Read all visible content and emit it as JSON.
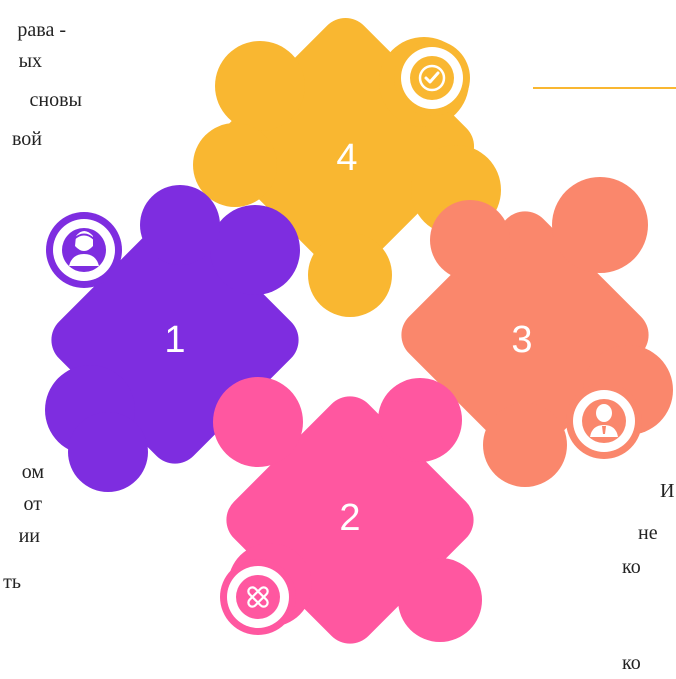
{
  "colors": {
    "piece1": "#7E2DE0",
    "piece2": "#FF57A0",
    "piece3": "#FA876C",
    "piece4": "#F9B731",
    "background": "#FFFFFF",
    "text": "#222222"
  },
  "pieces": [
    {
      "number": "1",
      "icon": "businesswoman-icon"
    },
    {
      "number": "2",
      "icon": "close-icon"
    },
    {
      "number": "3",
      "icon": "businessman-icon"
    },
    {
      "number": "4",
      "icon": "check-icon"
    }
  ],
  "text_left_top": [
    "рава -",
    "ых",
    "сновы",
    "вой"
  ],
  "text_left_bottom": [
    "ом",
    "от",
    "ии",
    "ть"
  ],
  "text_right_bottom": [
    "И",
    "не",
    "ко",
    "ко"
  ]
}
